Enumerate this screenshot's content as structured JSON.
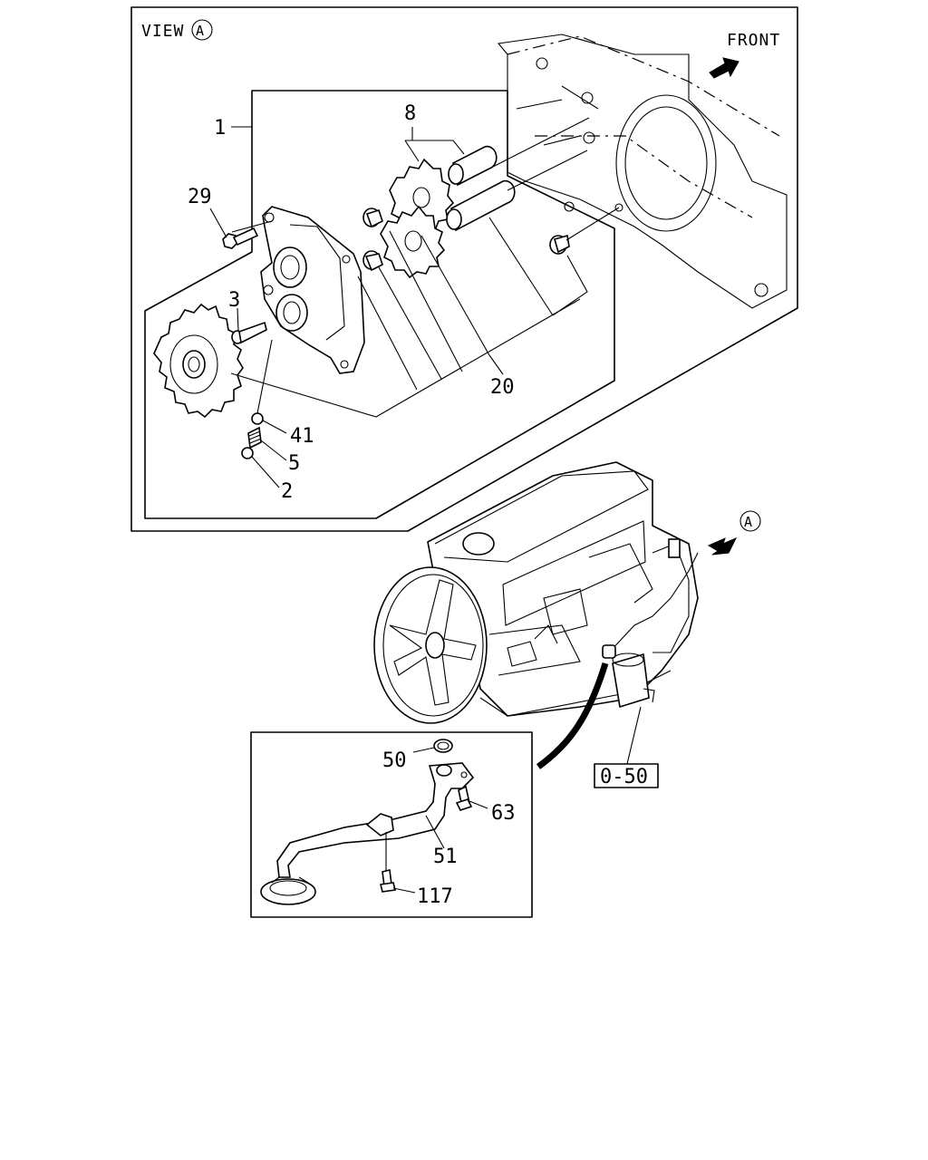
{
  "view_label": "VIEW",
  "view_letter": "A",
  "front_label": "FRONT",
  "engine_view_marker": "A",
  "callouts": {
    "c1": "1",
    "c2": "2",
    "c3": "3",
    "c5": "5",
    "c8": "8",
    "c20": "20",
    "c29": "29",
    "c41": "41",
    "c50": "50",
    "c51": "51",
    "c63": "63",
    "c117": "117"
  },
  "reference_box": "0-50"
}
